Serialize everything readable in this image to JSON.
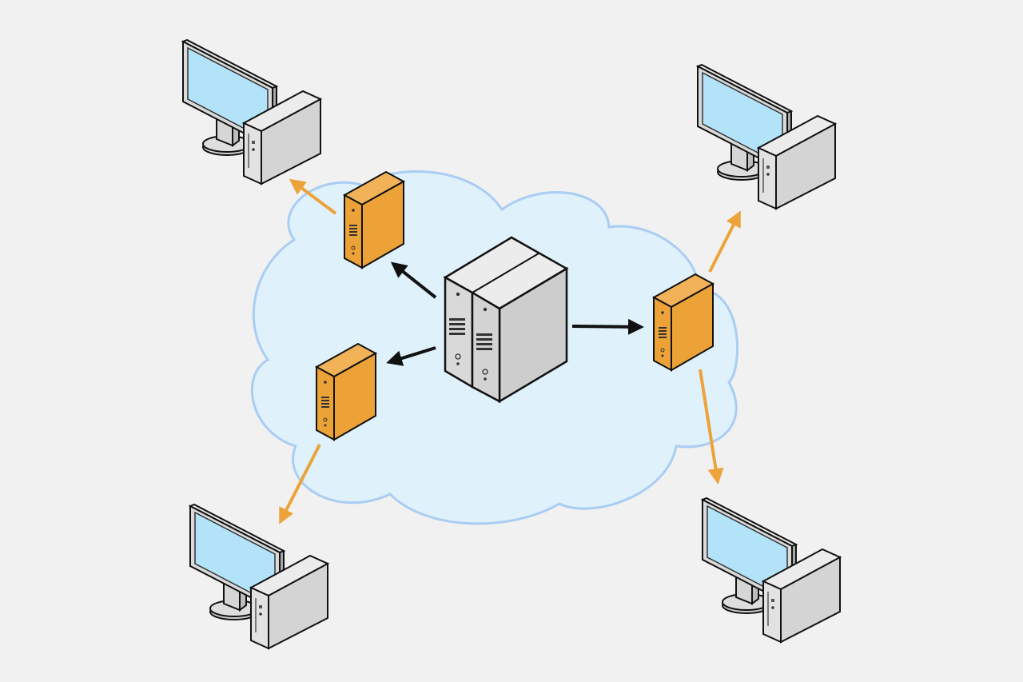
{
  "diagram": {
    "type": "network-topology",
    "background_color": "#f1f1f1",
    "colors": {
      "cloud_fill": "#dff1fb",
      "cloud_stroke": "#a9cdf3",
      "central_server": "#d2d2d2",
      "edge_server": "#eca236",
      "workstation_case": "#d4d4d4",
      "monitor_screen": "#b3e3f9",
      "primary_arrow": "#111111",
      "secondary_arrow": "#eba33a"
    },
    "nodes": [
      {
        "id": "central-server",
        "kind": "origin-server",
        "icon": "server-rack-icon"
      },
      {
        "id": "edge-server-upper-left",
        "kind": "edge-server",
        "icon": "server-icon"
      },
      {
        "id": "edge-server-lower-left",
        "kind": "edge-server",
        "icon": "server-icon"
      },
      {
        "id": "edge-server-right",
        "kind": "edge-server",
        "icon": "server-icon"
      },
      {
        "id": "workstation-top-left",
        "kind": "client",
        "icon": "computer-icon"
      },
      {
        "id": "workstation-top-right",
        "kind": "client",
        "icon": "computer-icon"
      },
      {
        "id": "workstation-bottom-left",
        "kind": "client",
        "icon": "computer-icon"
      },
      {
        "id": "workstation-bottom-right",
        "kind": "client",
        "icon": "computer-icon"
      }
    ],
    "edges": [
      {
        "from": "central-server",
        "to": "edge-server-upper-left",
        "style": "primary"
      },
      {
        "from": "central-server",
        "to": "edge-server-lower-left",
        "style": "primary"
      },
      {
        "from": "central-server",
        "to": "edge-server-right",
        "style": "primary"
      },
      {
        "from": "edge-server-upper-left",
        "to": "workstation-top-left",
        "style": "secondary"
      },
      {
        "from": "edge-server-lower-left",
        "to": "workstation-bottom-left",
        "style": "secondary"
      },
      {
        "from": "edge-server-right",
        "to": "workstation-top-right",
        "style": "secondary"
      },
      {
        "from": "edge-server-right",
        "to": "workstation-bottom-right",
        "style": "secondary"
      }
    ]
  }
}
